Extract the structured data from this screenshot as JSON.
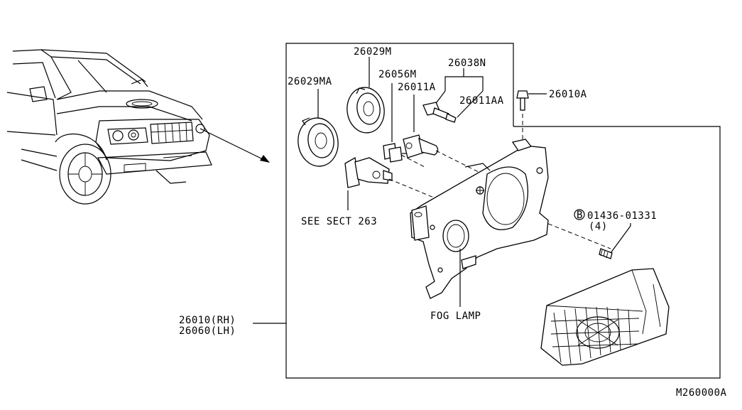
{
  "diagram_id": "M260000A",
  "labels": {
    "p26029MA": "26029MA",
    "p26029M": "26029M",
    "p26056M": "26056M",
    "p26011A": "26011A",
    "p26038N": "26038N",
    "p26011AA": "26011AA",
    "p26010A": "26010A",
    "bolt_part": "01436-01331",
    "bolt_qty": "(4)",
    "bolt_marker": "B",
    "see_sect": "SEE SECT 263",
    "fog_lamp": "FOG LAMP",
    "rh": "26010(RH)",
    "lh": "26060(LH)"
  }
}
